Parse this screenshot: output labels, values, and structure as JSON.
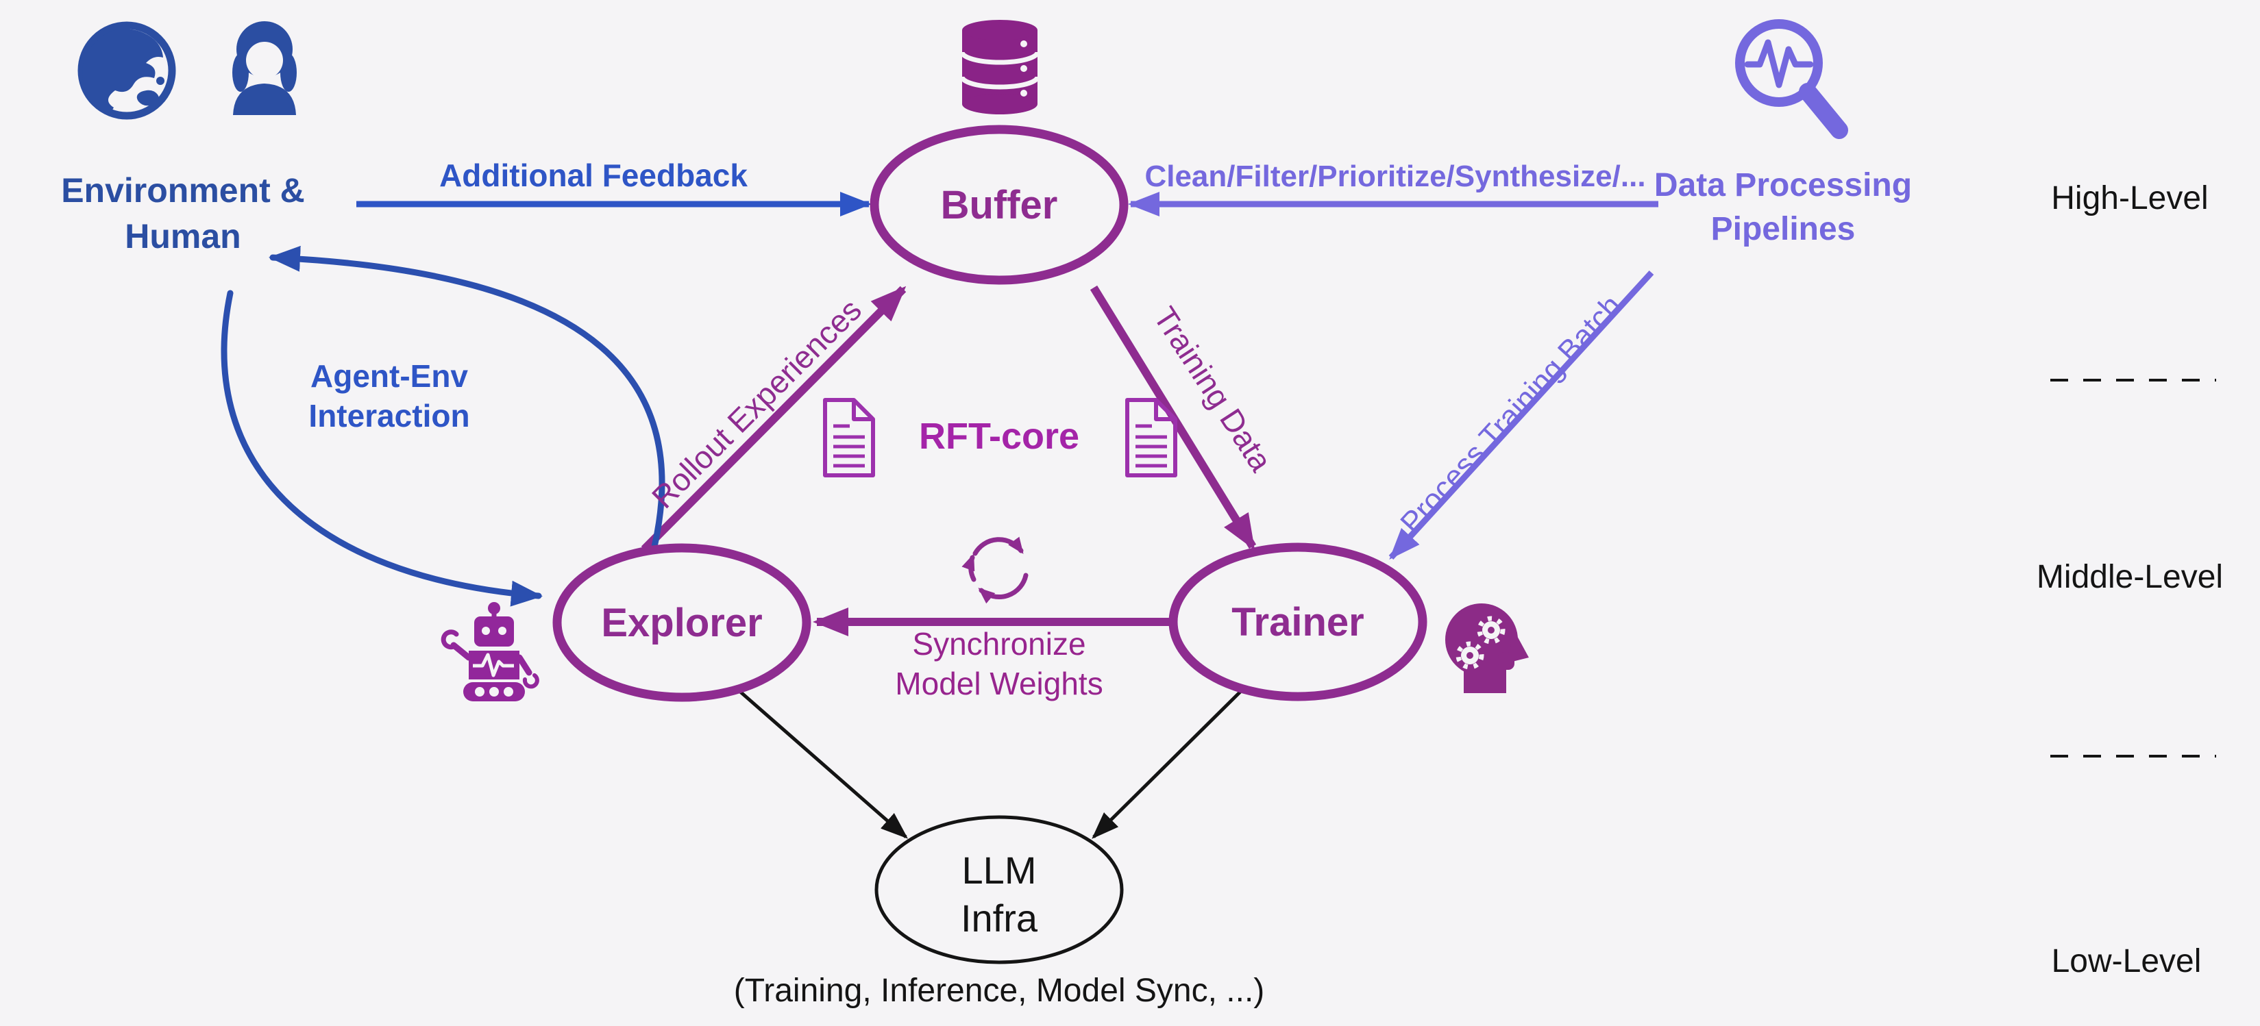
{
  "diagram": {
    "nodes": {
      "buffer": {
        "label": "Buffer"
      },
      "explorer": {
        "label": "Explorer"
      },
      "trainer": {
        "label": "Trainer"
      },
      "llm_infra": {
        "line1": "LLM",
        "line2": "Infra",
        "caption": "(Training, Inference, Model Sync, ...)"
      },
      "rft_core": {
        "label": "RFT-core"
      }
    },
    "actors": {
      "env_human": {
        "line1": "Environment &",
        "line2": "Human"
      },
      "data_pipelines": {
        "line1": "Data Processing",
        "line2": "Pipelines"
      }
    },
    "edges": {
      "additional_feedback": "Additional Feedback",
      "clean_filter": "Clean/Filter/Prioritize/Synthesize/...",
      "agent_env": {
        "line1": "Agent-Env",
        "line2": "Interaction"
      },
      "rollout_experiences": "Rollout Experiences",
      "training_data": "Training Data",
      "process_training_batch": "Process Training Batch",
      "synchronize": {
        "line1": "Synchronize",
        "line2": "Model Weights"
      }
    },
    "levels": {
      "high": "High-Level",
      "middle": "Middle-Level",
      "low": "Low-Level"
    },
    "icons": {
      "globe": "globe-icon",
      "person": "person-icon",
      "database": "database-icon",
      "magnifier_pulse": "magnifier-pulse-icon",
      "robot": "robot-icon",
      "head_gears": "head-gears-icon",
      "document_left": "document-icon",
      "document_right": "document-icon",
      "sync_cycle": "sync-cycle-icon"
    },
    "colors": {
      "background": "#F5F4F6",
      "navy_blue": "#2B4EA2",
      "arrow_blue": "#2E55C6",
      "curve_blue": "#2B4FAF",
      "violet": "#7468DE",
      "purple": "#8E2C90",
      "purple_bright": "#A424A8",
      "purple_db": "#8A2387",
      "purple_doc": "#9C31AC",
      "black": "#141414"
    }
  }
}
